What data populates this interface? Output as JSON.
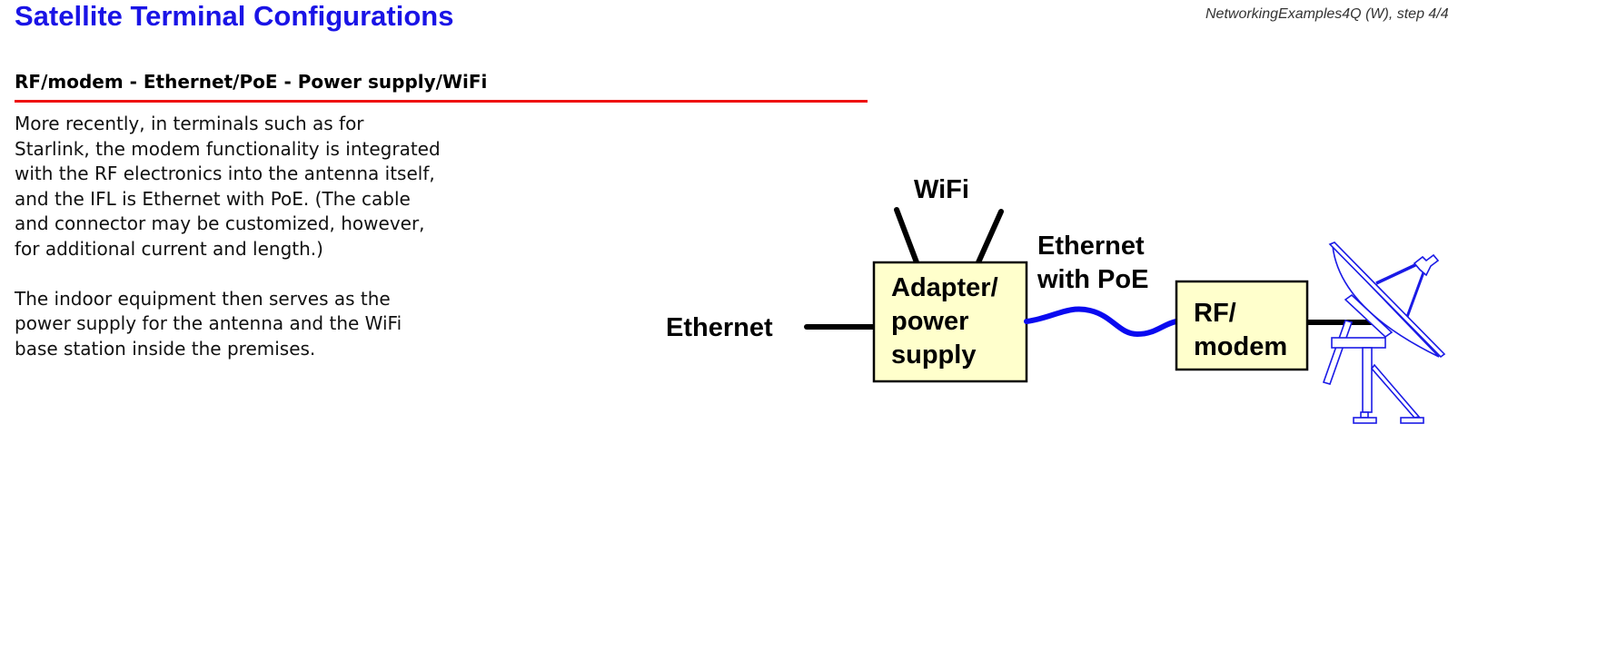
{
  "header": {
    "title": "Satellite Terminal Configurations",
    "step_info": "NetworkingExamples4Q (W), step 4/4"
  },
  "section": {
    "heading": "RF/modem - Ethernet/PoE - Power supply/WiFi",
    "paragraphs": [
      "More recently, in terminals such as for\nStarlink, the modem functionality is integrated\nwith the RF electronics into the antenna itself,\nand the IFL is Ethernet with PoE.  (The cable\nand connector may be customized, however,\nfor additional current and length.)",
      "The indoor equipment then serves as the\npower supply for the antenna and the WiFi\nbase station inside the premises."
    ]
  },
  "diagram": {
    "colors": {
      "box_fill": "#ffffcc",
      "box_stroke": "#000000",
      "poe_cable": "#0a0af0",
      "dish": "#1a1ae6",
      "wire": "#000000"
    },
    "labels": {
      "wifi": "WiFi",
      "ethernet_in": "Ethernet",
      "poe_line1": "Ethernet",
      "poe_line2": "with PoE"
    },
    "adapter_box": {
      "line1": "Adapter/",
      "line2": "power",
      "line3": "supply"
    },
    "rf_box": {
      "line1": "RF/",
      "line2": "modem"
    },
    "icons": {
      "antenna": "satellite-dish-icon",
      "wifi_antennas": "wifi-antennas-icon"
    }
  }
}
